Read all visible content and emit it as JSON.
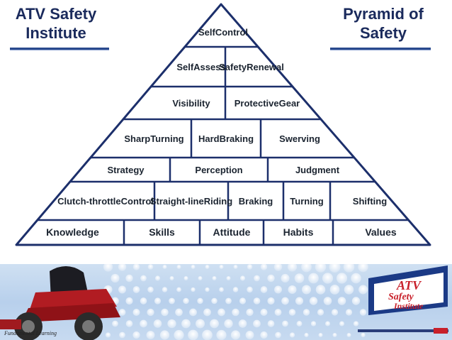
{
  "header": {
    "left_title": [
      "ATV Safety",
      "Institute"
    ],
    "right_title": [
      "Pyramid of",
      "Safety"
    ]
  },
  "pyramid": {
    "rows": [
      {
        "cells": [
          {
            "label": "Self\nControl"
          }
        ]
      },
      {
        "cells": [
          {
            "label": "Self\nAssess"
          },
          {
            "label": "Safety\nRenewal"
          }
        ]
      },
      {
        "cells": [
          {
            "label": "Visibility"
          },
          {
            "label": "Protective\nGear"
          }
        ]
      },
      {
        "cells": [
          {
            "label": "Sharp\nTurning"
          },
          {
            "label": "Hard\nBraking"
          },
          {
            "label": "Swerving"
          }
        ]
      },
      {
        "cells": [
          {
            "label": "Strategy"
          },
          {
            "label": "Perception"
          },
          {
            "label": "Judgment"
          }
        ]
      },
      {
        "cells": [
          {
            "label": "Clutch-throttle\nControl"
          },
          {
            "label": "Straight-line\nRiding"
          },
          {
            "label": "Braking"
          },
          {
            "label": "Turning"
          },
          {
            "label": "Shifting"
          }
        ]
      },
      {
        "cells": [
          {
            "label": "Knowledge"
          },
          {
            "label": "Skills"
          },
          {
            "label": "Attitude"
          },
          {
            "label": "Habits"
          },
          {
            "label": "Values"
          }
        ]
      }
    ]
  },
  "footer": {
    "credit": "Fundamental Learning",
    "logo_text": [
      "ATV",
      "Safety",
      "Institute"
    ]
  },
  "colors": {
    "title": "#1a2a5c",
    "pyramid_border": "#1c2f6b",
    "cell_fill": "#ffffff",
    "footer_bg": "#c5d9ef",
    "logo_red": "#c8202a"
  }
}
